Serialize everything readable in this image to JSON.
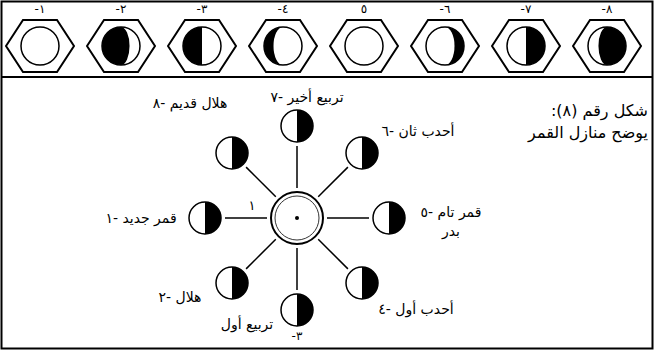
{
  "diagram": {
    "caption": "شكل رقم (٨): يوضح منازل القمر",
    "nodes": [
      {
        "text": [
          "-١"
        ]
      },
      {
        "text": [
          "-٢"
        ]
      },
      {
        "text": [
          "-٣"
        ]
      },
      {
        "text": [
          "-٤"
        ]
      },
      {
        "text": [
          "٥"
        ]
      },
      {
        "text": [
          "-٦"
        ]
      },
      {
        "text": [
          "-٧"
        ]
      },
      {
        "text": [
          "-٨"
        ]
      },
      {
        "text": [
          "قمر جديد -١"
        ]
      },
      {
        "text": [
          "هلال -٢"
        ]
      },
      {
        "text": [
          "تربيع أول",
          "-٣"
        ]
      },
      {
        "text": [
          "أحدب أول -٤"
        ]
      },
      {
        "text": [
          "قمر تام -٥",
          "بدر"
        ]
      },
      {
        "text": [
          "أحدب ثان -٦"
        ]
      },
      {
        "text": [
          "تربيع أخير -٧"
        ]
      },
      {
        "text": [
          "هلال قديم -٨"
        ]
      }
    ],
    "labels": [
      "١"
    ]
  }
}
